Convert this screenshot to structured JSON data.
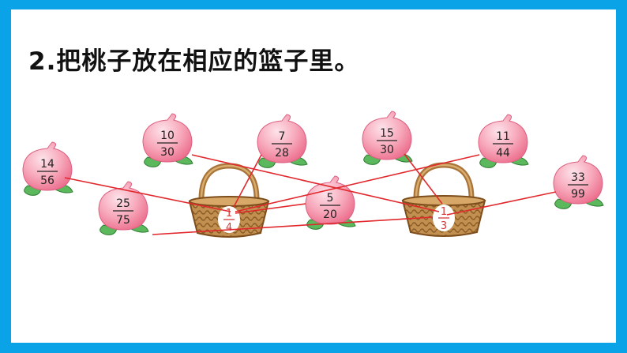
{
  "exercise": {
    "title": "2.把桃子放在相应的篮子里。"
  },
  "peaches": [
    {
      "id": "p14-56",
      "numerator": "14",
      "denominator": "56"
    },
    {
      "id": "p25-75",
      "numerator": "25",
      "denominator": "75"
    },
    {
      "id": "p10-30",
      "numerator": "10",
      "denominator": "30"
    },
    {
      "id": "p7-28",
      "numerator": "7",
      "denominator": "28"
    },
    {
      "id": "p5-20",
      "numerator": "5",
      "denominator": "20"
    },
    {
      "id": "p15-30",
      "numerator": "15",
      "denominator": "30"
    },
    {
      "id": "p11-44",
      "numerator": "11",
      "denominator": "44"
    },
    {
      "id": "p33-99",
      "numerator": "33",
      "denominator": "99"
    }
  ],
  "baskets": [
    {
      "id": "b1-4",
      "numerator": "1",
      "denominator": "4"
    },
    {
      "id": "b1-3",
      "numerator": "1",
      "denominator": "3"
    }
  ],
  "colors": {
    "background": "#0aa3e8",
    "peach": "#f48fa6",
    "leaf": "#5cb85c",
    "basket": "#b58345",
    "answer_line": "#e0282d"
  }
}
